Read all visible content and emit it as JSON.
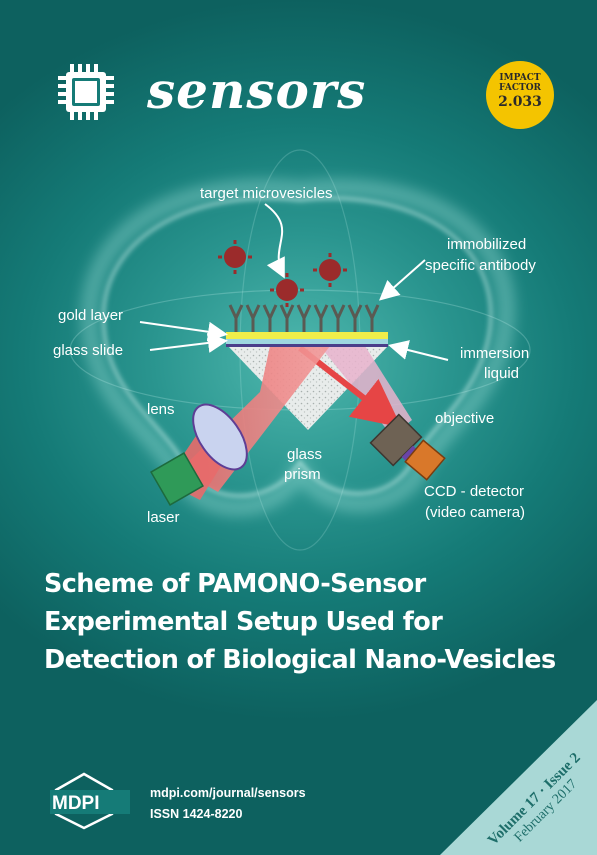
{
  "journal": {
    "name": "sensors",
    "logo_icon": "chip-icon"
  },
  "impact_factor": {
    "line1": "IMPACT",
    "line2": "FACTOR",
    "value": "2.033",
    "color": "#f4c400"
  },
  "figure": {
    "labels": {
      "target": "target microvesicles",
      "antibody_line1": "immobilized",
      "antibody_line2": "specific antibody",
      "gold": "gold layer",
      "glass_slide": "glass slide",
      "immersion_line1": "immersion",
      "immersion_line2": "liquid",
      "lens": "lens",
      "objective": "objective",
      "prism_line1": "glass",
      "prism_line2": "prism",
      "ccd_line1": "CCD - detector",
      "ccd_line2": "(video camera)",
      "laser": "laser"
    }
  },
  "headline": {
    "line1": "Scheme of PAMONO-Sensor",
    "line2": "Experimental Setup Used for",
    "line3": "Detection of Biological Nano-Vesicles"
  },
  "footer": {
    "publisher": "MDPI",
    "url": "mdpi.com/journal/sensors",
    "issn": "ISSN 1424-8220",
    "volume": "Volume 17 · Issue 2",
    "date": "February 2017"
  },
  "colors": {
    "background": "#157b77",
    "accent": "#f4c400",
    "corner": "#a9d8d6"
  }
}
